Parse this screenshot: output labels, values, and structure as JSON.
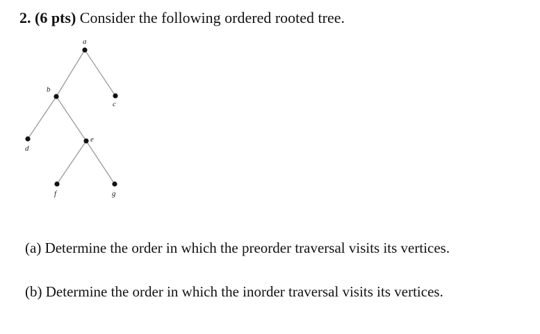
{
  "question": {
    "number": "2.",
    "points": "(6 pts)",
    "prompt": "Consider the following ordered rooted tree."
  },
  "tree": {
    "nodes": [
      {
        "id": "a",
        "label": "a"
      },
      {
        "id": "b",
        "label": "b"
      },
      {
        "id": "c",
        "label": "c"
      },
      {
        "id": "d",
        "label": "d"
      },
      {
        "id": "e",
        "label": "e"
      },
      {
        "id": "f",
        "label": "f"
      },
      {
        "id": "g",
        "label": "g"
      }
    ],
    "edges": [
      [
        "a",
        "b"
      ],
      [
        "a",
        "c"
      ],
      [
        "b",
        "d"
      ],
      [
        "b",
        "e"
      ],
      [
        "e",
        "f"
      ],
      [
        "e",
        "g"
      ]
    ]
  },
  "parts": [
    {
      "label": "(a)",
      "text": "Determine the order in which the preorder traversal visits its vertices."
    },
    {
      "label": "(b)",
      "text": "Determine the order in which the inorder traversal visits its vertices."
    }
  ]
}
